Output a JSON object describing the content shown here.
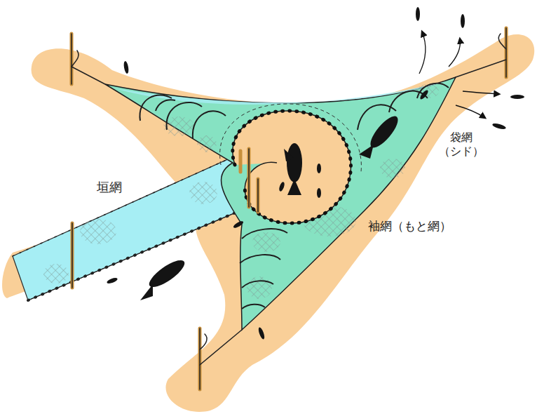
{
  "diagram": {
    "labels": [
      "垣網",
      "袋網 （シド）",
      "袖網（もと網）"
    ]
  }
}
